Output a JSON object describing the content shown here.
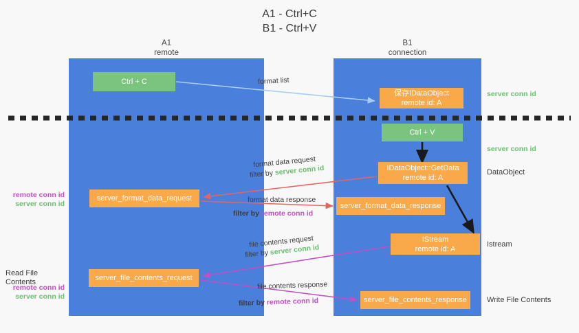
{
  "title": {
    "line1": "A1 - Ctrl+C",
    "line2": "B1 - Ctrl+V"
  },
  "colors": {
    "lane": "#4a7fdb",
    "node_orange": "#f9a94a",
    "node_green": "#7bc47f",
    "server_conn": "#6cbf73",
    "remote_conn": "#c44ec4",
    "arrow_blue": "#a8cdee",
    "arrow_red": "#e8635e",
    "arrow_magenta": "#c44ec4",
    "arrow_black": "#1a1a1a",
    "background": "#f8f8f8"
  },
  "lanes": [
    {
      "id": "A1",
      "name": "A1",
      "subtitle": "remote"
    },
    {
      "id": "B1",
      "name": "B1",
      "subtitle": "connection"
    }
  ],
  "nodes": {
    "ctrl_c": {
      "line1": "Ctrl + C",
      "line2": ""
    },
    "save_idataobject": {
      "line1": "保存IDataObject",
      "line2": "remote id: A"
    },
    "ctrl_v": {
      "line1": "Ctrl + V",
      "line2": ""
    },
    "idataobject_getdata": {
      "line1": "IDataObject::GetData",
      "line2": "remote id: A"
    },
    "server_format_data_request": {
      "line1": "server_format_data_request",
      "line2": ""
    },
    "server_format_data_response": {
      "line1": "server_format_data_response",
      "line2": ""
    },
    "istream": {
      "line1": "IStream",
      "line2": "remote id: A"
    },
    "server_file_contents_request": {
      "line1": "server_file_contents_request",
      "line2": ""
    },
    "server_file_contents_response": {
      "line1": "server_file_contents_response",
      "line2": ""
    }
  },
  "edge_labels": {
    "format_list": "format list",
    "format_data_request": "format data request",
    "format_data_request_filter_prefix": "filter by ",
    "format_data_request_filter_value": "server conn id",
    "format_data_response": "format data response",
    "format_data_response_filter_prefix": "filter by ",
    "format_data_response_filter_value": "remote conn id",
    "file_contents_request": "file contents request",
    "file_contents_request_filter_prefix": "filter by ",
    "file_contents_request_filter_value": "server conn id",
    "file_contents_response": "file contents response",
    "file_contents_response_filter_prefix": "filter by ",
    "file_contents_response_filter_value": "remote conn id"
  },
  "annotations": {
    "right": {
      "server_conn_top": "server conn id",
      "server_conn_mid": "server conn id",
      "dataobject": "DataObject",
      "istream": "Istream",
      "write_file_contents": "Write File Contents"
    },
    "left": {
      "remote_conn_1": "remote conn id",
      "server_conn_1": "server conn id",
      "read_file_contents": "Read File Contents",
      "remote_conn_2": "remote conn id",
      "server_conn_2": "server conn id"
    }
  }
}
